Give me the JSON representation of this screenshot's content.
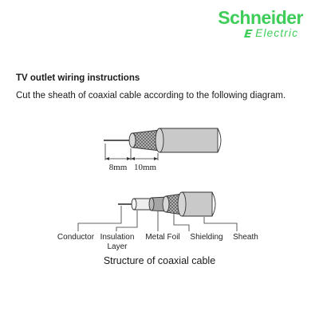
{
  "logo": {
    "brand": "Schneider",
    "sub": "Electric",
    "brand_color": "#3dcd58"
  },
  "heading": "TV outlet wiring instructions",
  "instruction": "Cut the sheath of coaxial cable according to the following diagram.",
  "dimensions": {
    "first": "8mm",
    "second": "10mm"
  },
  "labels": {
    "conductor": "Conductor",
    "insulation_line1": "Insulation",
    "insulation_line2": "Layer",
    "metal_foil": "Metal Foil",
    "shielding": "Shielding",
    "sheath": "Sheath"
  },
  "caption": "Structure of coaxial cable",
  "colors": {
    "sheath": "#c9c9c9",
    "shielding": "#bdbdbd",
    "foil": "#a5a5a5",
    "insulation": "#eeeeee",
    "line": "#222222"
  }
}
